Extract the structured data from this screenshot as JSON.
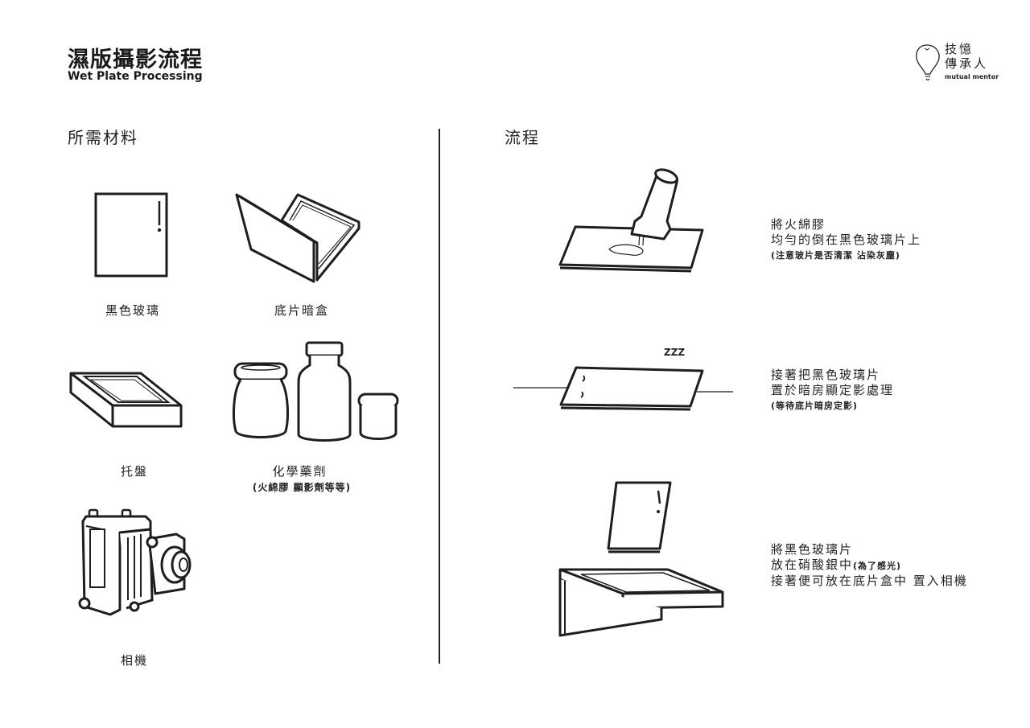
{
  "header": {
    "title_zh": "濕版攝影流程",
    "title_en": "Wet Plate Processing"
  },
  "logo": {
    "line1": "技憶",
    "line2": "傳承人",
    "subtitle": "mutual mentor",
    "icon": "lightbulb-icon"
  },
  "materials": {
    "heading": "所需材料",
    "items": [
      {
        "label": "黑色玻璃",
        "icon": "black-glass-plate-icon"
      },
      {
        "label": "底片暗盒",
        "icon": "film-holder-icon"
      },
      {
        "label": "托盤",
        "icon": "tray-icon"
      },
      {
        "label": "化學藥劑",
        "sublabel": "(火綿膠 顯影劑等等)",
        "icon": "chemical-bottles-icon"
      },
      {
        "label": "相機",
        "icon": "camera-icon"
      }
    ]
  },
  "process": {
    "heading": "流程",
    "steps": [
      {
        "icon": "pour-collodion-icon",
        "lines": [
          "將火綿膠",
          "均勻的倒在黑色玻璃片上"
        ],
        "note": "(注意玻片是否清潔 沾染灰塵)"
      },
      {
        "icon": "sleeping-plate-icon",
        "annotation": "ZZZ",
        "lines": [
          "接著把黑色玻璃片",
          "置於暗房顯定影處理"
        ],
        "note": "(等待底片暗房定影)"
      },
      {
        "icon": "plate-into-holder-icon",
        "lines": [
          "將黑色玻璃片",
          "放在硝酸銀中",
          "接著便可放在底片盒中 置入相機"
        ],
        "inline_note": "(為了感光)"
      }
    ]
  },
  "colors": {
    "ink": "#1e1e1e",
    "background": "#ffffff"
  }
}
